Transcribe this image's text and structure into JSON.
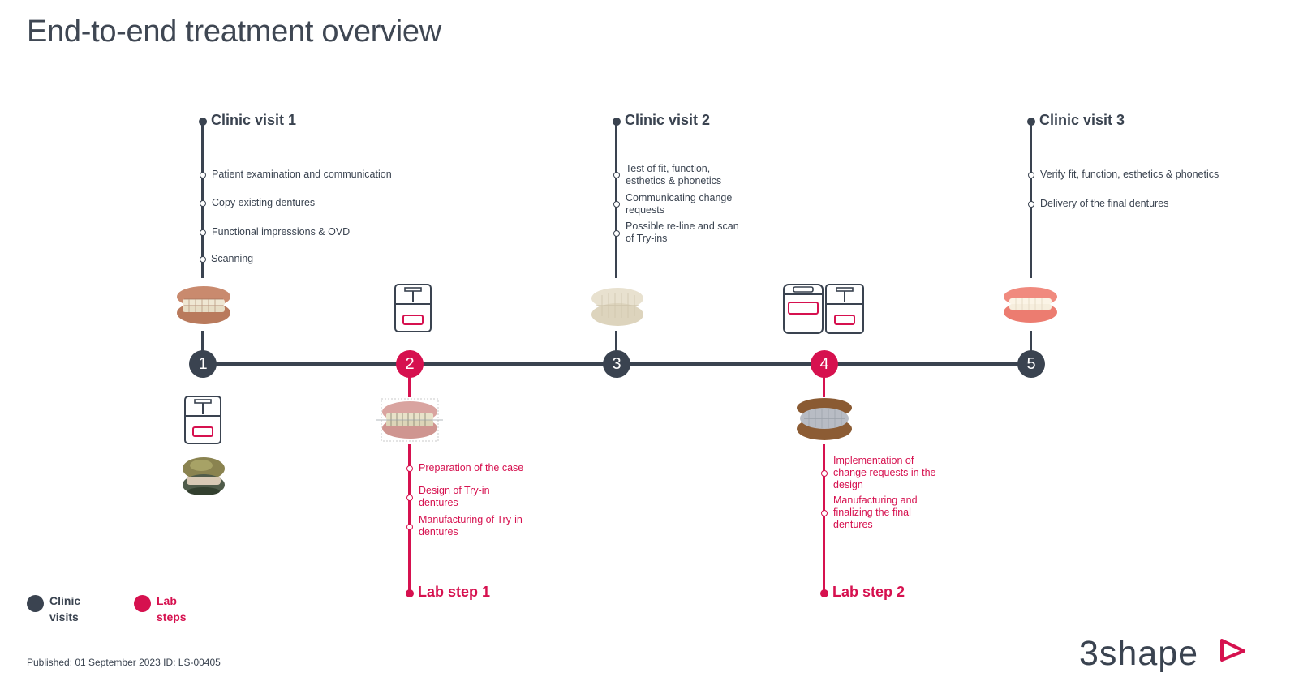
{
  "title": "End-to-end treatment overview",
  "clinic_visits": [
    {
      "header": "Clinic visit 1",
      "steps": [
        "Patient examination and communication",
        "Copy existing dentures",
        "Functional impressions & OVD",
        "Scanning"
      ]
    },
    {
      "header": "Clinic visit 2",
      "steps": [
        "Test of fit, function, esthetics & phonetics",
        "Communicating change requests",
        "Possible re-line and scan of Try-ins"
      ]
    },
    {
      "header": "Clinic visit 3",
      "steps": [
        "Verify fit, function, esthetics & phonetics",
        "Delivery of the final dentures"
      ]
    }
  ],
  "lab_steps": [
    {
      "header": "Lab step 1",
      "steps": [
        "Preparation of the case",
        "Design of Try-in dentures",
        "Manufacturing of Try-in dentures"
      ]
    },
    {
      "header": "Lab step 2",
      "steps": [
        "Implementation of change requests in the design",
        "Manufacturing and finalizing the final dentures"
      ]
    }
  ],
  "timeline_nodes": [
    "1",
    "2",
    "3",
    "4",
    "5"
  ],
  "legend": {
    "clinic": "Clinic visits",
    "lab": "Lab steps"
  },
  "footer": "Published: 01 September 2023 ID: LS-00405",
  "logo": "3shape",
  "colors": {
    "clinic": "#3a4350",
    "lab": "#d6114f"
  },
  "icons": [
    "denture-photo-icon",
    "3d-printer-icon",
    "milling-machine-icon",
    "impression-tray-icon",
    "digital-denture-scan-icon"
  ]
}
